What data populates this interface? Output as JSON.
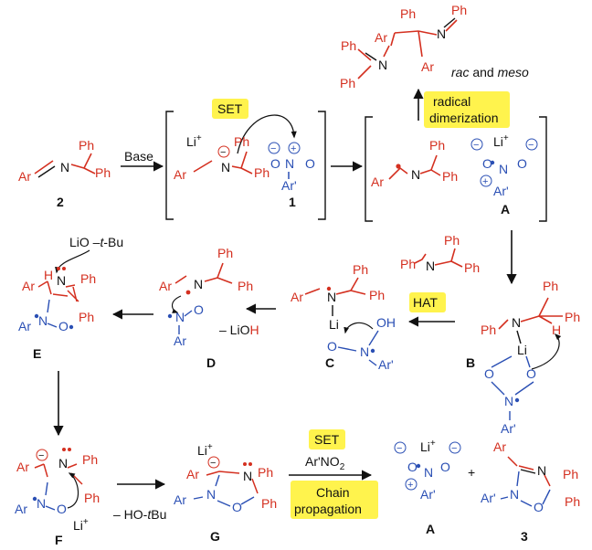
{
  "colors": {
    "red": "#d43020",
    "blue": "#2a4fb4",
    "black": "#111111",
    "highlight": "#fff34d"
  },
  "labels": {
    "c2": "2",
    "c1": "1",
    "A_top": "A",
    "B": "B",
    "C": "C",
    "D": "D",
    "E": "E",
    "F": "F",
    "G": "G",
    "A_bottom": "A",
    "c3": "3"
  },
  "text": {
    "rac_meso_rac": "rac",
    "rac_meso_and": " and ",
    "rac_meso_meso": "meso",
    "base": "Base",
    "set_top": "SET",
    "radical": "radical",
    "dimerization": "dimerization",
    "hat": "HAT",
    "lioh_prefix": "– LiO",
    "lioh_h": "H",
    "liotbu_prefix": "LiO",
    "liotbu_dash": " –",
    "liotbu_t": "t",
    "liotbu_bu": "-Bu",
    "hotbu_prefix": "– HO-",
    "hotbu_t": "t",
    "hotbu_bu": "Bu",
    "set_bottom": "SET",
    "arno2": "Ar'NO",
    "arno2_sub": "2",
    "chain": "Chain",
    "propagation": "propagation",
    "plus": "+"
  },
  "atoms": {
    "Ar": "Ar",
    "Ar_prime": "Ar'",
    "Ph": "Ph",
    "N": "N",
    "O": "O",
    "Li": "Li",
    "Li_plus": "Li",
    "plus": "+",
    "H": "H",
    "OH": "OH",
    "minus": "−"
  }
}
